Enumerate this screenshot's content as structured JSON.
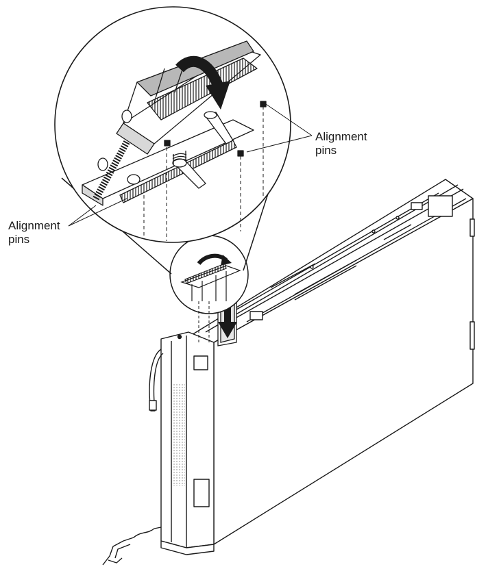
{
  "callouts": {
    "upper_right": {
      "line1": "Alignment",
      "line2": "pins"
    },
    "lower_left": {
      "line1": "Alignment",
      "line2": "pins"
    }
  },
  "colors": {
    "line": "#1a1a1a",
    "shade": "#d8d8d8",
    "shade_dark": "#b8b8b8",
    "background": "#ffffff"
  }
}
